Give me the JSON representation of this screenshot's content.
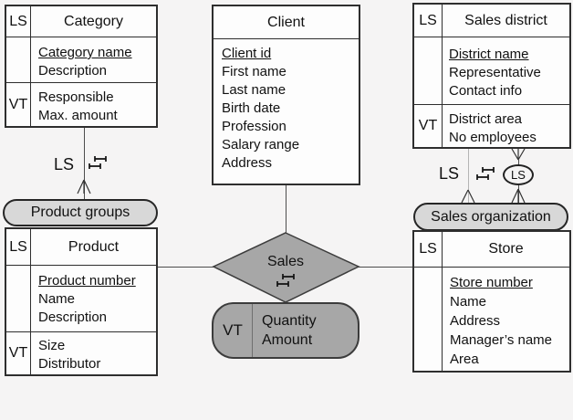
{
  "entities": {
    "category": {
      "ls_label": "LS",
      "title": "Category",
      "attributes": [
        "Category name",
        "Description"
      ],
      "vt_label": "VT",
      "vt_attributes": [
        "Responsible",
        "Max. amount"
      ]
    },
    "client": {
      "title": "Client",
      "attributes": [
        "Client id",
        "First name",
        "Last name",
        "Birth date",
        "Profession",
        "Salary range",
        "Address"
      ]
    },
    "sales_district": {
      "ls_label": "LS",
      "title": "Sales district",
      "attributes": [
        "District name",
        "Representative",
        "Contact info"
      ],
      "vt_label": "VT",
      "vt_attributes": [
        "District area",
        "No employees"
      ]
    },
    "product": {
      "ls_label": "LS",
      "title": "Product",
      "attributes": [
        "Product number",
        "Name",
        "Description"
      ],
      "vt_label": "VT",
      "vt_attributes": [
        "Size",
        "Distributor"
      ]
    },
    "store": {
      "ls_label": "LS",
      "title": "Store",
      "attributes": [
        "Store number",
        "Name",
        "Address",
        "Manager’s name",
        "Area"
      ]
    }
  },
  "relationship_sets": {
    "product_groups": {
      "label": "Product groups"
    },
    "sales_organization": {
      "label": "Sales organization"
    },
    "sales": {
      "label": "Sales",
      "vt_label": "VT",
      "vt_attributes": [
        "Quantity",
        "Amount"
      ]
    }
  },
  "connector_labels": {
    "category_link_ls": "LS",
    "district_link_left_ls": "LS",
    "district_link_right_ellipse": "LS"
  },
  "colors": {
    "background": "#f5f4f4",
    "entity_fill": "#fdfdfd",
    "set_fill": "#d8d8d8",
    "relation_fill": "#a7a7a7",
    "line": "#3c3c3c"
  }
}
